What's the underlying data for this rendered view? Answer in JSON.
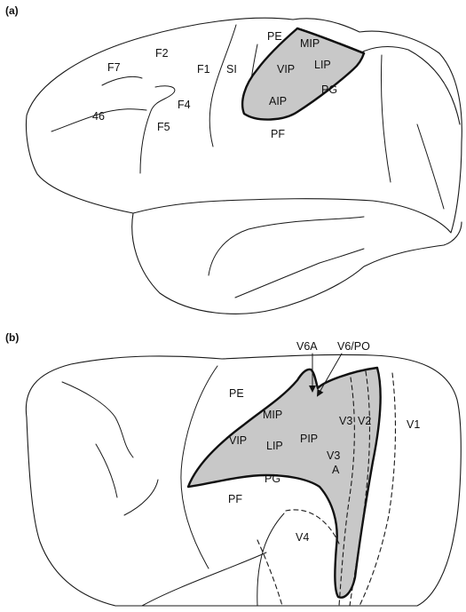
{
  "panels": {
    "a": {
      "label": "(a)",
      "areas": {
        "pe": "PE",
        "mip": "MIP",
        "vip": "VIP",
        "lip": "LIP",
        "aip": "AIP",
        "pg": "PG",
        "pf": "PF",
        "f1": "F1",
        "si": "SI",
        "f2": "F2",
        "f7": "F7",
        "f4": "F4",
        "f5": "F5",
        "a46": "46"
      }
    },
    "b": {
      "label": "(b)",
      "areas": {
        "v6a": "V6A",
        "v6po": "V6/PO",
        "pe": "PE",
        "mip": "MIP",
        "vip": "VIP",
        "lip": "LIP",
        "pip": "PIP",
        "v3": "V3",
        "v2": "V2",
        "v1": "V1",
        "v3a_top": "V3",
        "v3a_bottom": "A",
        "pg": "PG",
        "pf": "PF",
        "v4": "V4"
      }
    }
  },
  "colors": {
    "shaded_region": "#c8c8c8",
    "outline": "#1a1a1a"
  }
}
